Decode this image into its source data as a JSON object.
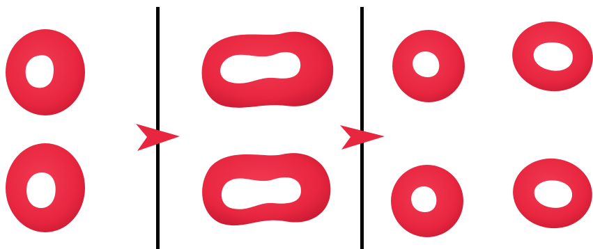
{
  "colors": {
    "background": "#ffffff",
    "ring_fill": "#e8263f",
    "ring_shade": "#c81a33",
    "ring_hole": "#ffffff",
    "divider": "#000000",
    "arrow": "#e8263f"
  },
  "panels": [
    {
      "name": "panel-1",
      "rings": 2,
      "shape": "oval"
    },
    {
      "name": "panel-2",
      "rings": 2,
      "shape": "peanut"
    },
    {
      "name": "panel-3",
      "rings": 4,
      "shape": "oval"
    }
  ],
  "transitions": 2
}
